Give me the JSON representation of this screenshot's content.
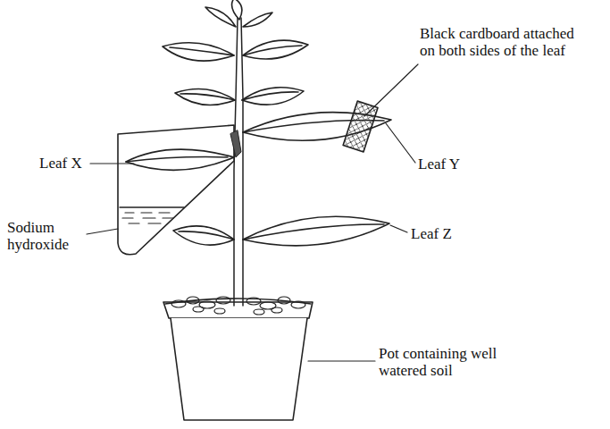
{
  "diagram": {
    "labels": [
      "Leaf X",
      "Sodium hydroxide",
      "Black cardboard attached on both sides of the leaf",
      "Leaf Y",
      "Leaf Z",
      "Pot containing well watered soil"
    ]
  }
}
